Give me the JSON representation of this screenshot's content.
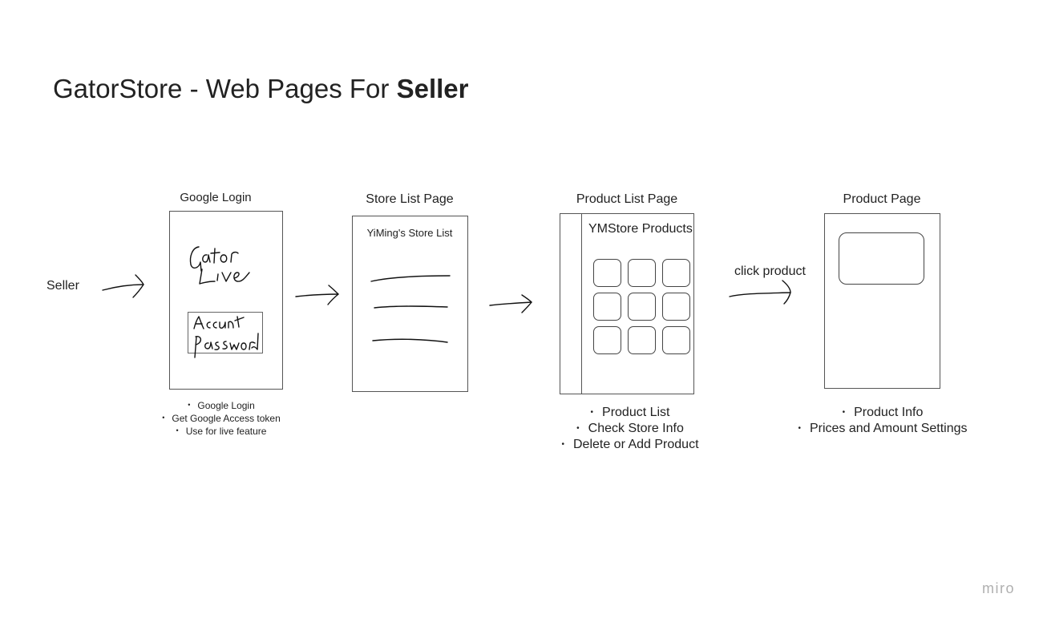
{
  "title": {
    "prefix": "GatorStore - Web Pages For ",
    "emphasis": "Seller"
  },
  "actor": "Seller",
  "pages": [
    {
      "heading": "Google Login",
      "sketch_text": "Gator Live · Account Password",
      "bullets": [
        "Google Login",
        "Get Google Access token",
        "Use for live feature"
      ]
    },
    {
      "heading": "Store List Page",
      "inner_label": "YiMing's Store List",
      "bullets": []
    },
    {
      "heading": "Product List Page",
      "inner_label": "YMStore Products",
      "bullets": [
        "Product List",
        "Check Store Info",
        "Delete or Add Product"
      ]
    },
    {
      "heading": "Product Page",
      "bullets": [
        "Product Info",
        "Prices and Amount Settings"
      ]
    }
  ],
  "edge_labels": {
    "to_product_page": "click product"
  },
  "watermark": "miro"
}
